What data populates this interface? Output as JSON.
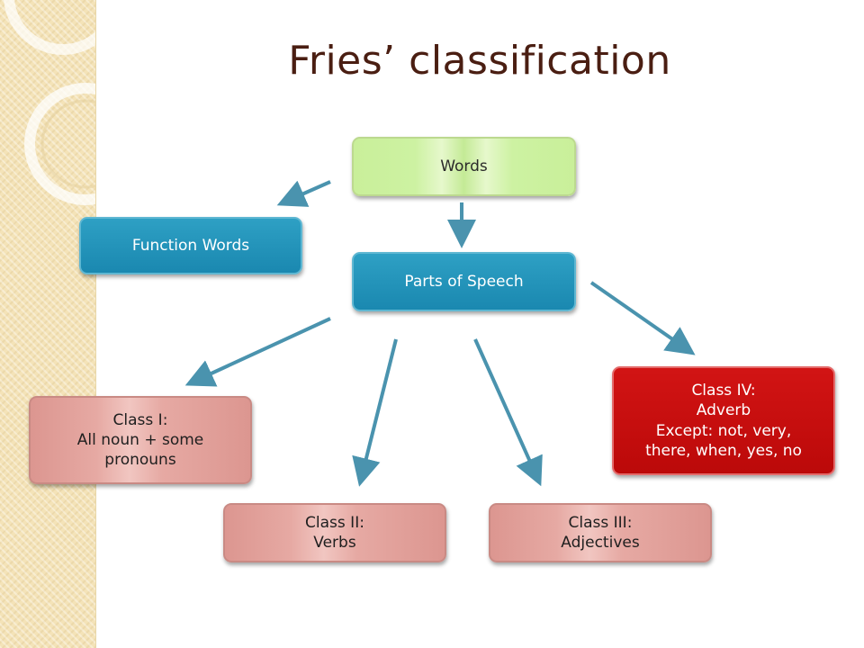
{
  "title": "Fries’ classification",
  "nodes": {
    "words": "Words",
    "function_words": "Function Words",
    "parts_of_speech": "Parts of Speech",
    "class_1": "Class I:\nAll noun + some\npronouns",
    "class_2": "Class II:\nVerbs",
    "class_3": "Class III:\nAdjectives",
    "class_4": "Class IV:\nAdverb\nExcept: not, very,\nthere, when, yes, no"
  },
  "colors": {
    "title": "#4a1e12",
    "root_node": "#cdf2a2",
    "blue_node": "#1f8fb6",
    "class_node": "#e6a9a3",
    "highlight_node": "#c80f0f",
    "arrow": "#4a93ae"
  }
}
